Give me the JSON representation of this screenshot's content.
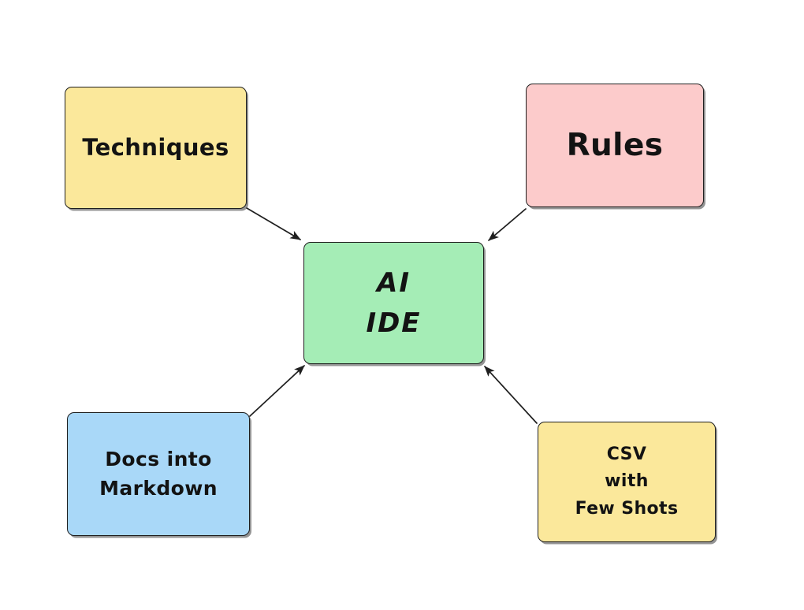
{
  "diagram": {
    "type": "mind-map",
    "title": "AI IDE mind map",
    "background_color": "#ffffff",
    "center_node": {
      "id": "ai-ide",
      "label": "AI\nIDE",
      "fill": "#A5EDB6",
      "stroke": "#1f1f1f"
    },
    "nodes": [
      {
        "id": "techniques",
        "label": "Techniques",
        "fill": "#FBE89B",
        "stroke": "#1f1f1f"
      },
      {
        "id": "rules",
        "label": "Rules",
        "fill": "#FCCBCB",
        "stroke": "#1f1f1f"
      },
      {
        "id": "docs-into-markdown",
        "label": "Docs into\nMarkdown",
        "fill": "#A9D8F8",
        "stroke": "#1f1f1f"
      },
      {
        "id": "csv-with-few-shots",
        "label": "CSV\nwith\nFew Shots",
        "fill": "#FBE89B",
        "stroke": "#1f1f1f"
      }
    ],
    "edges": [
      {
        "id": "techniques-to-ai-ide",
        "from": "techniques",
        "to": "ai-ide",
        "arrow": "end",
        "color": "#1f1f1f"
      },
      {
        "id": "rules-to-ai-ide",
        "from": "rules",
        "to": "ai-ide",
        "arrow": "end",
        "color": "#1f1f1f"
      },
      {
        "id": "docs-into-markdown-to-ai-ide",
        "from": "docs-into-markdown",
        "to": "ai-ide",
        "arrow": "end",
        "color": "#1f1f1f"
      },
      {
        "id": "csv-with-few-shots-to-ai-ide",
        "from": "csv-with-few-shots",
        "to": "ai-ide",
        "arrow": "end",
        "color": "#1f1f1f"
      }
    ]
  }
}
